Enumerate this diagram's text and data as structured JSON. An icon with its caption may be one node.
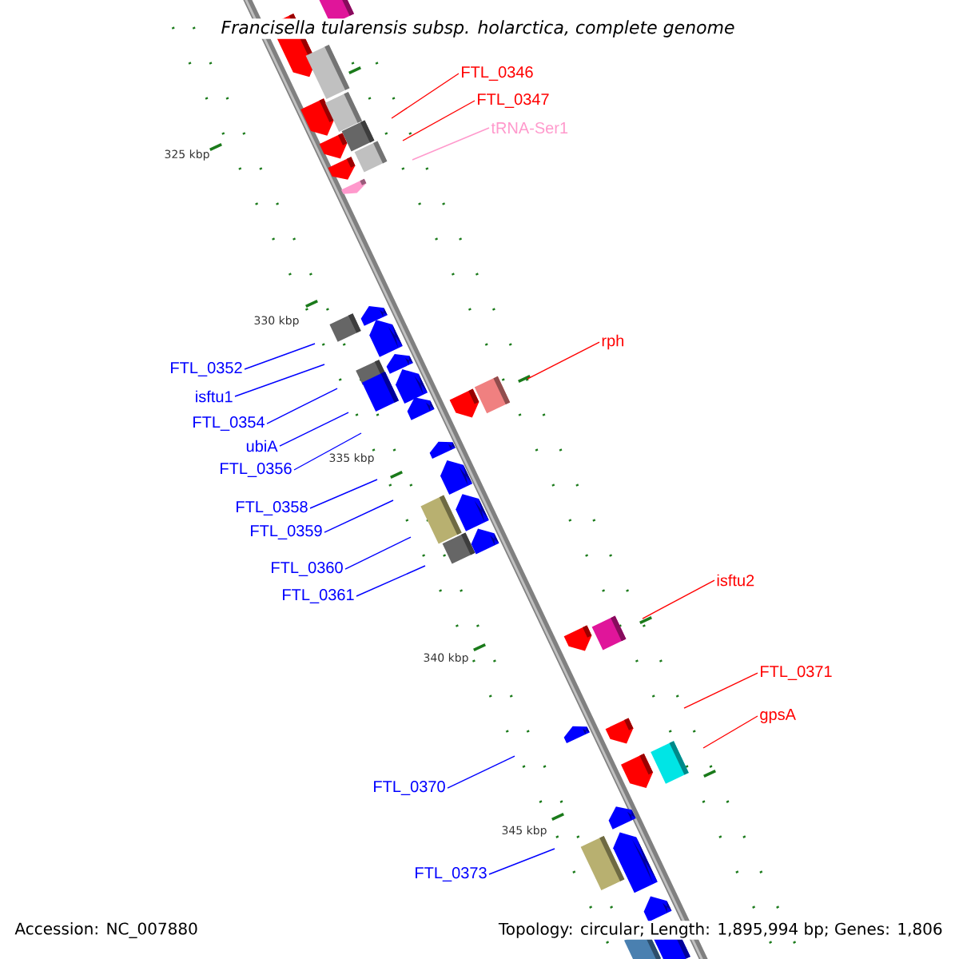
{
  "diagram": {
    "title": "Francisella tularensis subsp. holarctica, complete genome",
    "nodes": [
      {
        "text": [
          "FTL_0346"
        ]
      },
      {
        "text": [
          "FTL_0347"
        ]
      },
      {
        "text": [
          "tRNA-Ser1"
        ]
      },
      {
        "text": [
          "FTL_0352"
        ]
      },
      {
        "text": [
          "isftu1"
        ]
      },
      {
        "text": [
          "FTL_0354"
        ]
      },
      {
        "text": [
          "rph"
        ]
      },
      {
        "text": [
          "ubiA"
        ]
      },
      {
        "text": [
          "FTL_0356"
        ]
      },
      {
        "text": [
          "FTL_0358"
        ]
      },
      {
        "text": [
          "FTL_0359"
        ]
      },
      {
        "text": [
          "FTL_0360"
        ]
      },
      {
        "text": [
          "FTL_0361"
        ]
      },
      {
        "text": [
          "isftu2"
        ]
      },
      {
        "text": [
          "FTL_0371"
        ]
      },
      {
        "text": [
          "gpsA"
        ]
      },
      {
        "text": [
          "FTL_0370"
        ]
      },
      {
        "text": [
          "FTL_0373"
        ]
      }
    ],
    "edges": [
      {
        "from": 0,
        "to": null,
        "arrow": "none",
        "color": "#ff0000"
      },
      {
        "from": 1,
        "to": null,
        "arrow": "none",
        "color": "#ff0000"
      },
      {
        "from": 2,
        "to": null,
        "arrow": "none",
        "color": "#ff99cc"
      },
      {
        "from": 3,
        "to": null,
        "arrow": "none"
      },
      {
        "from": 4,
        "to": null,
        "arrow": "none"
      },
      {
        "from": 5,
        "to": null,
        "arrow": "none"
      },
      {
        "from": 6,
        "to": null,
        "arrow": "none",
        "color": "#ff0000"
      },
      {
        "from": 7,
        "to": null,
        "arrow": "none"
      },
      {
        "from": 8,
        "to": null,
        "arrow": "none"
      },
      {
        "from": 9,
        "to": null,
        "arrow": "none"
      },
      {
        "from": 10,
        "to": null,
        "arrow": "none"
      },
      {
        "from": 11,
        "to": null,
        "arrow": "none"
      },
      {
        "from": 12,
        "to": null,
        "arrow": "none"
      },
      {
        "from": 13,
        "to": null,
        "arrow": "none",
        "color": "#ff0000"
      },
      {
        "from": 14,
        "to": null,
        "arrow": "none",
        "color": "#ff0000"
      },
      {
        "from": 15,
        "to": null,
        "arrow": "none",
        "color": "#ff0000"
      },
      {
        "from": 16,
        "to": null,
        "arrow": "none"
      },
      {
        "from": 17,
        "to": null,
        "arrow": "none"
      }
    ],
    "labels": [
      "325 kbp",
      "330 kbp",
      "335 kbp",
      "340 kbp",
      "345 kbp",
      "Accession: NC_007880",
      "Topology: circular; Length: 1,895,994 bp; Genes: 1,806"
    ]
  }
}
